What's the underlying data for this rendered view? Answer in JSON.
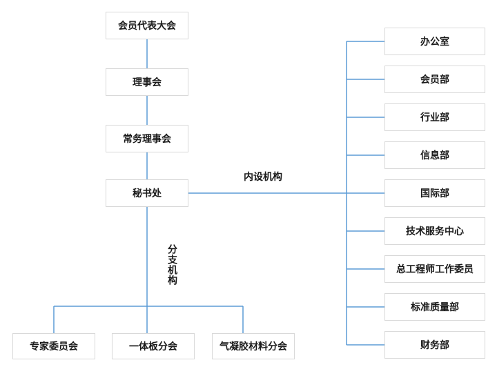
{
  "diagram": {
    "main_chain": [
      "会员代表大会",
      "理事会",
      "常务理事会",
      "秘书处"
    ],
    "internal_label": "内设机构",
    "branch_label": "分支机构",
    "internal_departments": [
      "办公室",
      "会员部",
      "行业部",
      "信息部",
      "国际部",
      "技术服务中心",
      "总工程师工作委员",
      "标准质量部",
      "财务部"
    ],
    "branches": [
      "专家委员会",
      "一体板分会",
      "气凝胶材料分会"
    ],
    "colors": {
      "connector": "#5B9BD5",
      "box_border": "#d9d9d9",
      "box_fill": "#ffffff",
      "text": "#1a1a1a"
    }
  }
}
